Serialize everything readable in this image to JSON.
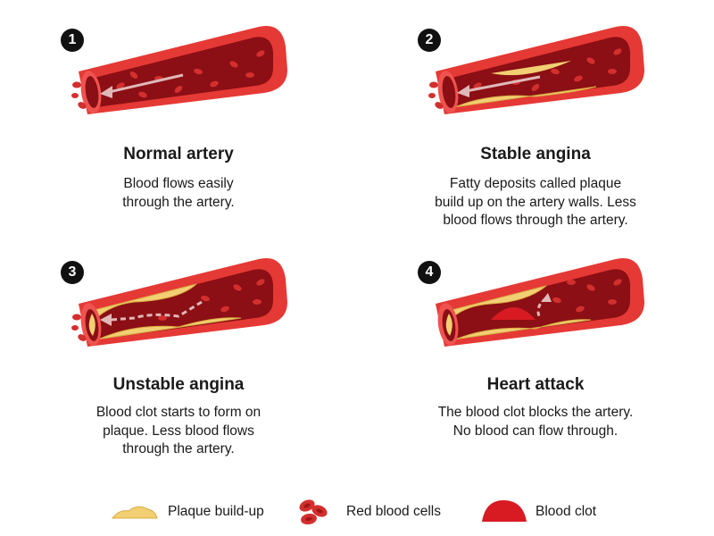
{
  "panels": [
    {
      "number": "1",
      "title": "Normal artery",
      "lines": [
        "Blood flows easily",
        "through the artery."
      ]
    },
    {
      "number": "2",
      "title": "Stable angina",
      "lines": [
        "Fatty deposits called plaque",
        "build up on the artery walls. Less",
        "blood flows through the artery."
      ]
    },
    {
      "number": "3",
      "title": "Unstable angina",
      "lines": [
        "Blood clot starts to form on",
        "plaque. Less blood flows",
        "through the artery."
      ]
    },
    {
      "number": "4",
      "title": "Heart attack",
      "lines": [
        "The blood clot blocks the artery.",
        "No blood can flow through."
      ]
    }
  ],
  "legend": [
    {
      "label": "Plaque build-up",
      "icon": "plaque-icon"
    },
    {
      "label": "Red blood cells",
      "icon": "red-blood-cells-icon"
    },
    {
      "label": "Blood clot",
      "icon": "blood-clot-icon"
    }
  ],
  "colors": {
    "artery_wall": "#e53935",
    "artery_rim": "#ef5350",
    "lumen": "#8b0f14",
    "blood_cell": "#d32f2f",
    "plaque": "#f2cf72",
    "plaque_edge": "#d9ad45",
    "clot": "#d81b23",
    "arrow": "#e0b8b8"
  }
}
